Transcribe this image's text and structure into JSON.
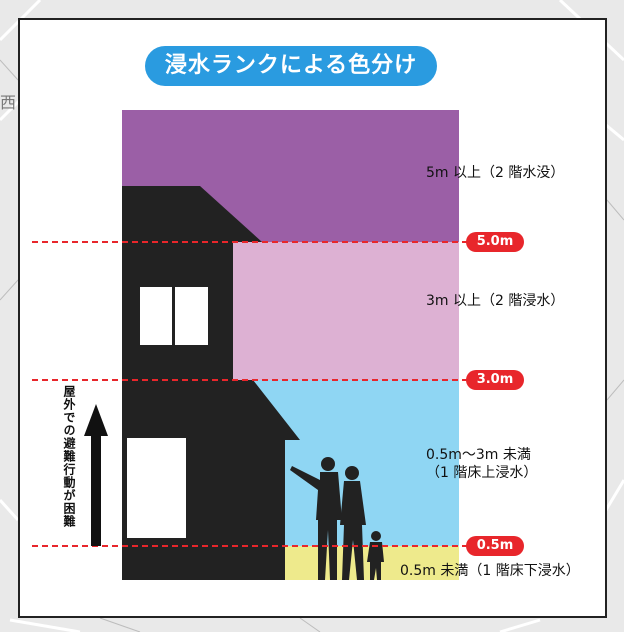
{
  "title": "浸水ランクによる色分け",
  "background_map_glyph": "西",
  "zones": [
    {
      "id": "over5",
      "label": "5m 以上（2 階水没）",
      "color": "#9b5fa6"
    },
    {
      "id": "3to5",
      "label": "3m 以上（2 階浸水）",
      "color": "#ddb1d3"
    },
    {
      "id": "05to3",
      "label_line1": "0.5m〜3m 未満",
      "label_line2": "（1 階床上浸水）",
      "color": "#8fd6f3"
    },
    {
      "id": "under05",
      "label": "0.5m 未満（1 階床下浸水）",
      "color": "#eeea8c"
    }
  ],
  "thresholds": [
    {
      "id": "t5",
      "label": "5.0m"
    },
    {
      "id": "t3",
      "label": "3.0m"
    },
    {
      "id": "t05",
      "label": "0.5m"
    }
  ],
  "threshold_line_color": "#e8262b",
  "evacuation_note": "屋外での避難行動が困難",
  "icons": [
    "house-silhouette",
    "family-silhouette",
    "up-arrow-icon"
  ]
}
